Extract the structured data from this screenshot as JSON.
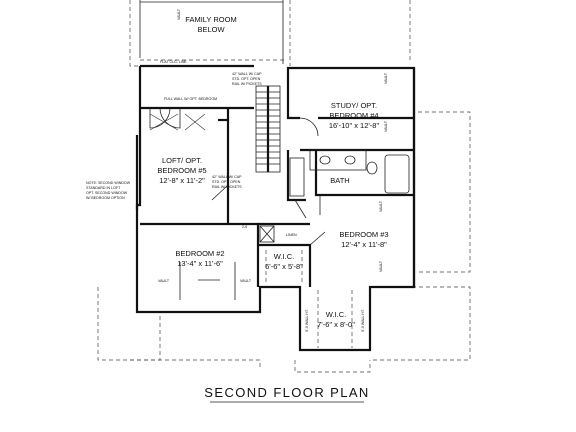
{
  "title": "SECOND FLOOR PLAN",
  "rooms": {
    "family_room": {
      "name": "FAMILY ROOM",
      "sub": "BELOW"
    },
    "study": {
      "name": "STUDY/ OPT.",
      "sub": "BEDROOM #4",
      "dims": "16'-10\" x 12'-8\""
    },
    "loft": {
      "name": "LOFT/ OPT.",
      "sub": "BEDROOM #5",
      "dims": "12'-8\" x 11'-2\""
    },
    "bath": {
      "name": "BATH"
    },
    "bedroom3": {
      "name": "BEDROOM #3",
      "dims": "12'-4\" x 11'-8\""
    },
    "bedroom2": {
      "name": "BEDROOM #2",
      "dims": "13'-4\" x 11'-6\""
    },
    "wic1": {
      "name": "W.I.C.",
      "dims": "6'-6\" x 5'-8\""
    },
    "wic2": {
      "name": "W.I.C.",
      "dims": "7'-6\" x 8'-0\""
    },
    "linen": {
      "name": "LINEN"
    }
  },
  "notes": {
    "flat_clg": "FLAT CLG. LINE",
    "rail_1": "42\" WALL W/ CAP",
    "rail_2": "STD. OPT. OPEN",
    "rail_3": "RAIL W/ PICKETS",
    "full_wall": "FULL WALL W/ OPT. BEDROOM",
    "loft_note_1": "NOTE: SECOND WINDOW",
    "loft_note_2": "STANDARD IN LOFT",
    "loft_note_3": "OPT. SECOND WINDOW",
    "loft_note_4": "W/ BEDROOM OPTION",
    "vault": "VAULT",
    "wall_height": "9'-0 WALL HT.",
    "stair_note": "2-6"
  }
}
